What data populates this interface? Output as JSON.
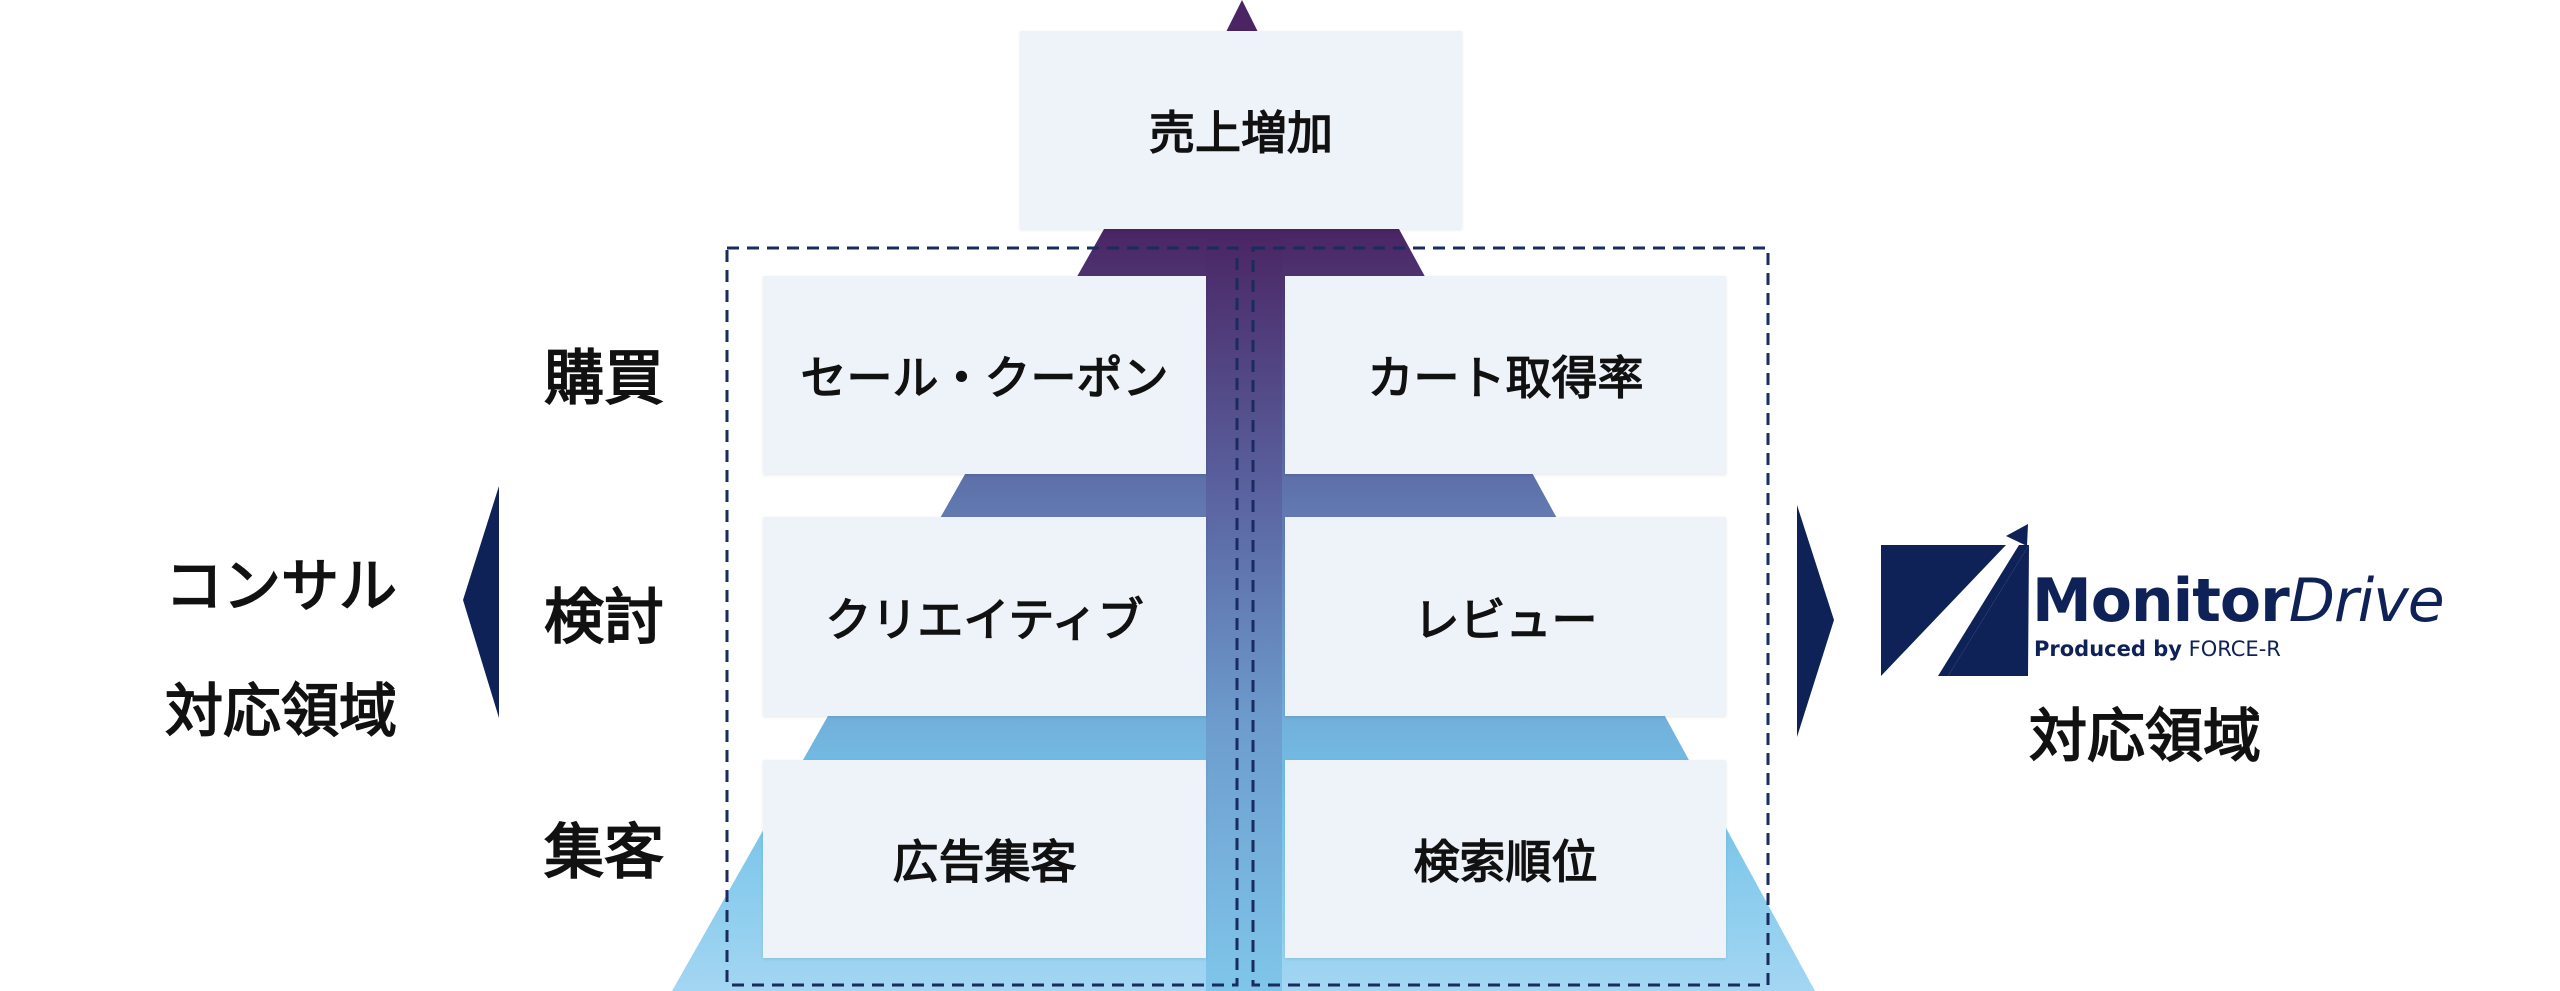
{
  "top_goal": "売上増加",
  "stages": {
    "purchase": "購買",
    "consideration": "検討",
    "acquisition": "集客"
  },
  "left_column": {
    "purchase": "セール・クーポン",
    "consideration": "クリエイティブ",
    "acquisition": "広告集客"
  },
  "right_column": {
    "purchase": "カート取得率",
    "consideration": "レビュー",
    "acquisition": "検索順位"
  },
  "consulting_label": {
    "line1": "コンサル",
    "line2": "対応領域"
  },
  "brand": {
    "name_bold": "Monitor",
    "name_light": "Drive",
    "produced_by_prefix": "Produced by",
    "produced_by_company": "FORCE-R",
    "caption": "対応領域"
  },
  "colors": {
    "navy": "#0e2257",
    "arrow_top": "#4a2463",
    "arrow_mid": "#6a8bbd",
    "arrow_bottom": "#9dd2ee",
    "box_fill": "#eef3fa"
  }
}
